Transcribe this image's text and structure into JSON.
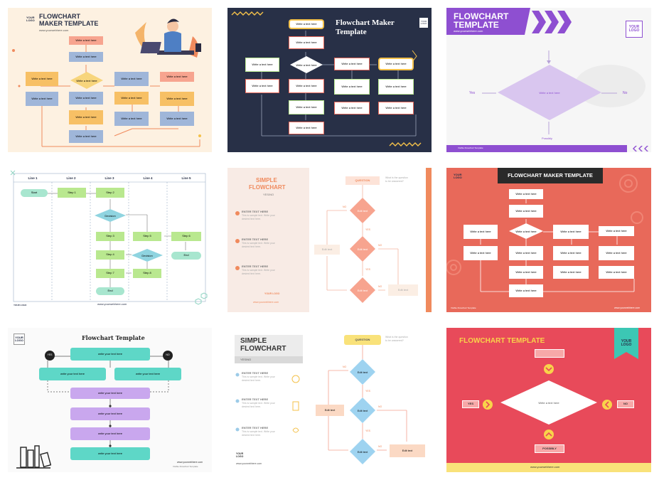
{
  "colors": {
    "orange": "#f08a5d",
    "navy": "#283047",
    "purple": "#8e4fd1",
    "coral": "#e8695a",
    "red": "#e84a5a",
    "teal": "#5ed7c7",
    "lilac": "#c9a7ee",
    "green": "#b9e88f",
    "peach": "#f7a48f"
  },
  "c1": {
    "logo": "YOUR LOGO",
    "title1": "FLOWCHART",
    "title2": "MAKER TEMPLATE",
    "url": "www.yourwebhere.com",
    "box": "Write a text here"
  },
  "c2": {
    "title1": "Flowchart Maker",
    "title2": "Template",
    "logo": "YOUR LOGO",
    "box": "Write a text here"
  },
  "c3": {
    "title1": "FLOWCHART",
    "title2": "TEMPLATE",
    "url": "www.yourwebhere.com",
    "logo1": "YOUR",
    "logo2": "LOGO",
    "center": "Write a text here",
    "yes": "Yes",
    "no": "No",
    "possibly": "Possibly",
    "footer": "Visible Flowchart Template"
  },
  "c4": {
    "lanes": [
      "Line 1",
      "Line 2",
      "Line 3",
      "Line 4",
      "Line 5"
    ],
    "start": "Start",
    "step1": "Step 1",
    "step2": "Step 2",
    "decision": "Decision",
    "step3": "Step 3",
    "step5": "Step 5",
    "step6": "Step 6",
    "step4": "Step 4",
    "step7": "Step 7",
    "step8": "Step 8",
    "end": "End",
    "url": "www.yourwebhere.com",
    "logo": "YOUR LOGO"
  },
  "c5": {
    "title1": "SIMPLE",
    "title2": "FLOWCHART",
    "sub": "YES/NO",
    "enter": "ENTER TEXT HERE",
    "sample": "This is sample text. Write your",
    "sample2": "desired text here.",
    "question": "QUESTION",
    "what": "What is the question",
    "what2": "to be answered?",
    "edit": "Edit text",
    "yes": "YES",
    "no": "NO",
    "url": "www.yourwebhere.com",
    "logo": "YOUR LOGO"
  },
  "c6": {
    "logo": "YOUR LOGO",
    "title": "FLOWCHART MAKER TEMPLATE",
    "box": "Write a text here",
    "url": "www.yourwebhere.com",
    "footer": "Visible Flowchart Template"
  },
  "c7": {
    "logo1": "YOUR",
    "logo2": "LOGO",
    "title": "Flowchart Template",
    "box": "write your text here",
    "yes": "YES",
    "no": "NO",
    "url": "www.yourwebhere.com",
    "footer": "Visible Flowchart Template"
  },
  "c8": {
    "title1": "SIMPLE",
    "title2": "FLOWCHART",
    "sub": "YES/NO",
    "enter": "ENTER TEXT HERE",
    "sample": "This is sample text. Write your",
    "sample2": "desired text here.",
    "question": "QUESTION",
    "what": "What is the question",
    "what2": "to be answered?",
    "edit": "Edit text",
    "yes": "YES",
    "no": "NO",
    "logo": "YOUR LOGO",
    "url": "www.yourwebhere.com"
  },
  "c9": {
    "title": "FLOWCHART TEMPLATE",
    "logo1": "YOUR",
    "logo2": "LOGO",
    "center": "Write a text here",
    "yes": "YES",
    "no": "NO",
    "possibly": "POSSIBLY",
    "url": "www.yourwebhere.com"
  }
}
